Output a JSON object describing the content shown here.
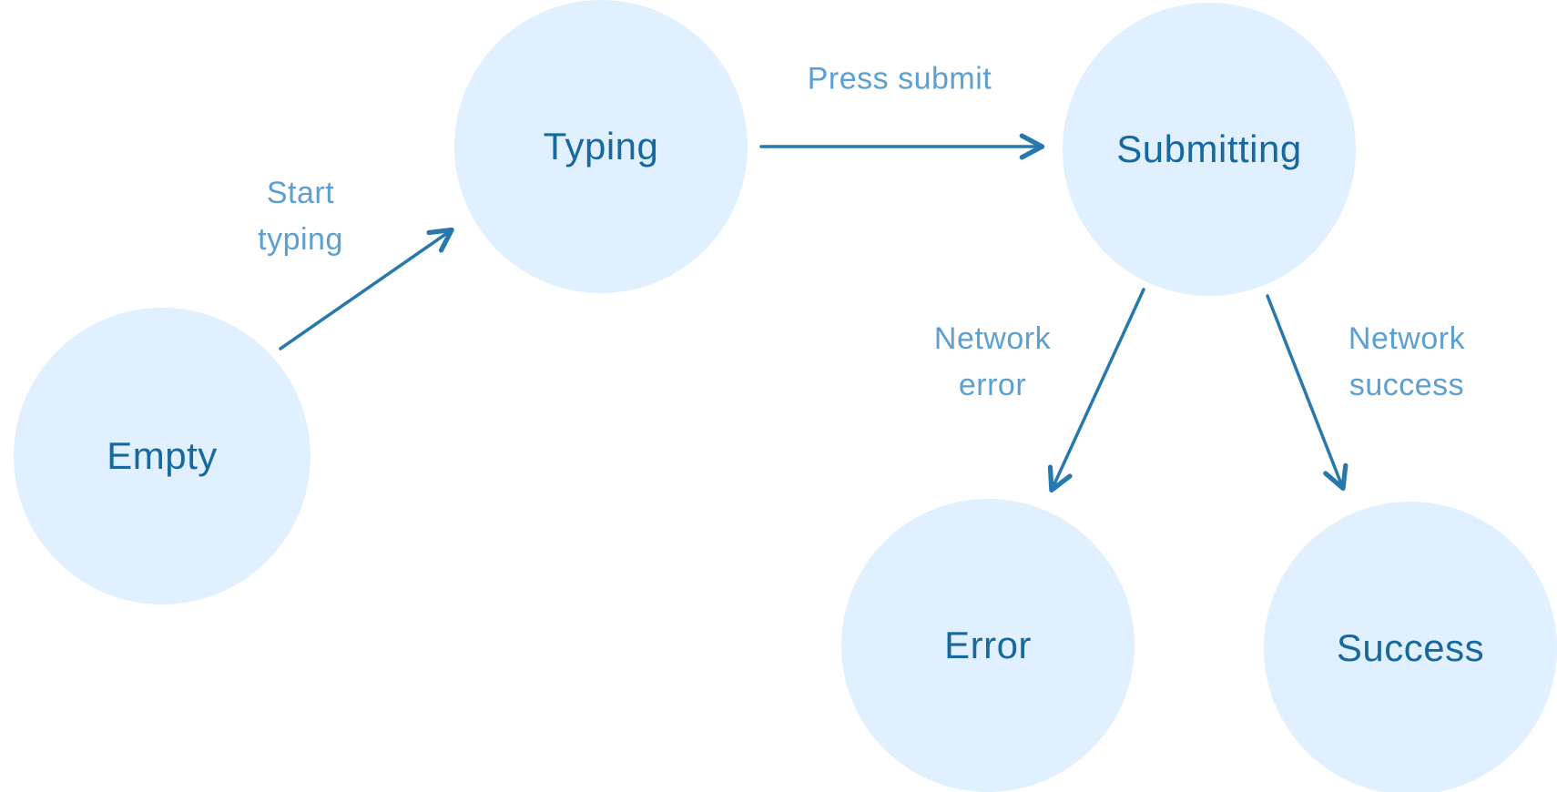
{
  "diagram": {
    "type": "state-machine",
    "colors": {
      "state_fill": "#e1f0fe",
      "state_text": "#17689e",
      "transition_text": "#5c9fd1",
      "arrow": "#2778ad",
      "background": "#ffffff"
    },
    "states": [
      {
        "id": "empty",
        "label": "Empty"
      },
      {
        "id": "typing",
        "label": "Typing"
      },
      {
        "id": "submitting",
        "label": "Submitting"
      },
      {
        "id": "error",
        "label": "Error"
      },
      {
        "id": "success",
        "label": "Success"
      }
    ],
    "transitions": [
      {
        "id": "start-typing",
        "from": "empty",
        "to": "typing",
        "label": "Start\ntyping"
      },
      {
        "id": "press-submit",
        "from": "typing",
        "to": "submitting",
        "label": "Press submit"
      },
      {
        "id": "network-error",
        "from": "submitting",
        "to": "error",
        "label": "Network\nerror"
      },
      {
        "id": "network-success",
        "from": "submitting",
        "to": "success",
        "label": "Network\nsuccess"
      }
    ]
  }
}
